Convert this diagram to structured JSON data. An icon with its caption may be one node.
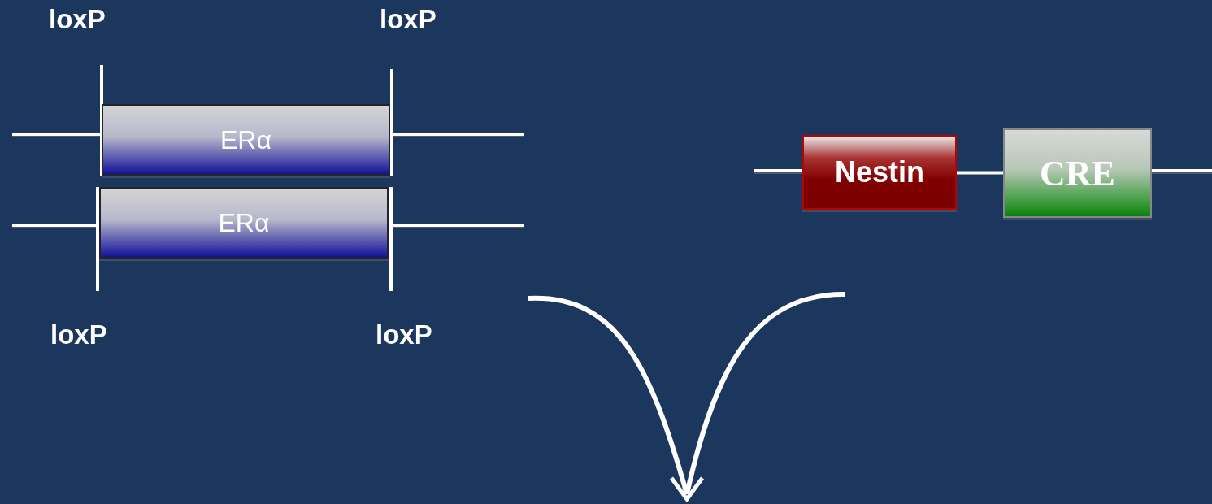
{
  "diagram": {
    "nodes": [
      {
        "text": [
          "ERα"
        ]
      },
      {
        "text": [
          "ERα"
        ]
      },
      {
        "text": [
          "Nestin"
        ]
      },
      {
        "text": [
          "CRE"
        ]
      }
    ],
    "edges": [
      {
        "from": 2,
        "to": 3,
        "arrow": "none"
      }
    ],
    "labels": [
      "loxP",
      "loxP",
      "loxP",
      "loxP"
    ]
  }
}
